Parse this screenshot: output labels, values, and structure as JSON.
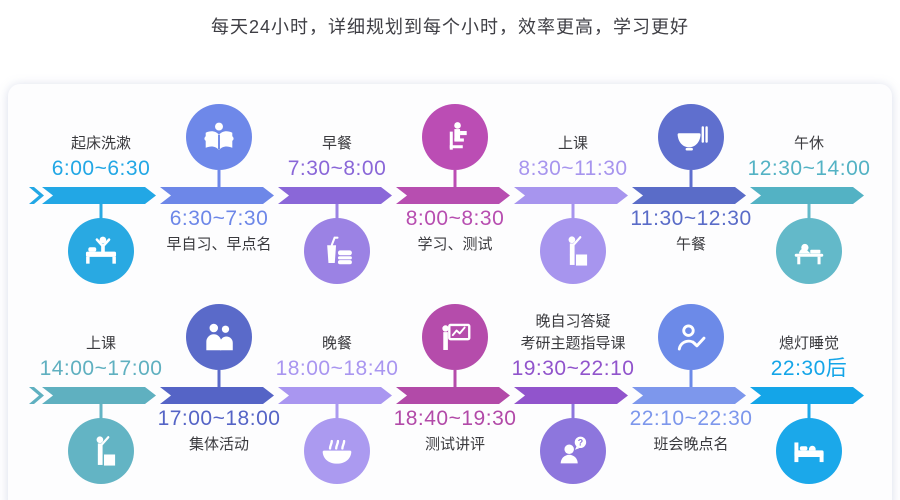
{
  "page": {
    "title": "每天24小时，详细规划到每个小时，效率更高，学习更好"
  },
  "timeline": {
    "rows": [
      {
        "name": "morning-to-noon",
        "items": [
          {
            "position": "above",
            "title": "起床洗漱",
            "time": "6:00~6:30",
            "icon": "wake-bed-icon",
            "color": "#22a7e5",
            "icon_color": "#29a9e2"
          },
          {
            "position": "below",
            "title": "早自习、早点名",
            "time": "6:30~7:30",
            "icon": "reading-book-icon",
            "color": "#6d87e8",
            "icon_color": "#6e88e9"
          },
          {
            "position": "above",
            "title": "早餐",
            "time": "7:30~8:00",
            "icon": "drink-burger-icon",
            "color": "#8a67d8",
            "icon_color": "#9b82e4"
          },
          {
            "position": "below",
            "title": "学习、测试",
            "time": "8:00~8:30",
            "icon": "study-chair-icon",
            "color": "#b74eb0",
            "icon_color": "#bb4db4"
          },
          {
            "position": "above",
            "title": "上课",
            "time": "8:30~11:30",
            "icon": "lecture-box-icon",
            "color": "#a795ee",
            "icon_color": "#a795ee"
          },
          {
            "position": "below",
            "title": "午餐",
            "time": "11:30~12:30",
            "icon": "rice-bowl-icon",
            "color": "#5a6cc8",
            "icon_color": "#5f6fce"
          },
          {
            "position": "above",
            "title": "午休",
            "time": "12:30~14:00",
            "icon": "nap-desk-icon",
            "color": "#53b2c4",
            "icon_color": "#63b9c9"
          }
        ]
      },
      {
        "name": "afternoon-to-night",
        "items": [
          {
            "position": "above",
            "title": "上课",
            "time": "14:00~17:00",
            "icon": "lecture-box-icon",
            "color": "#5fb0c0",
            "icon_color": "#63b4c4"
          },
          {
            "position": "below",
            "title": "集体活动",
            "time": "17:00~18:00",
            "icon": "group-people-icon",
            "color": "#5564c6",
            "icon_color": "#5a6ac9"
          },
          {
            "position": "above",
            "title": "晚餐",
            "time": "18:00~18:40",
            "icon": "noodle-bowl-icon",
            "color": "#a996f0",
            "icon_color": "#ab9af0"
          },
          {
            "position": "below",
            "title": "测试讲评",
            "time": "18:40~19:30",
            "icon": "present-board-icon",
            "color": "#b24aa8",
            "icon_color": "#b54cab"
          },
          {
            "position": "above",
            "title": "晚自习答疑",
            "title2": "考研主题指导课",
            "time": "19:30~22:10",
            "icon": "question-person-icon",
            "color": "#9154cc",
            "icon_color": "#8d76dd"
          },
          {
            "position": "below",
            "title": "班会晚点名",
            "time": "22:10~22:30",
            "icon": "check-person-icon",
            "color": "#7d97ec",
            "icon_color": "#6c8ae8"
          },
          {
            "position": "above",
            "title": "熄灯睡觉",
            "time": "22:30后",
            "icon": "sleep-bed-icon",
            "color": "#14a5e8",
            "icon_color": "#1ba8ea"
          }
        ]
      }
    ]
  }
}
